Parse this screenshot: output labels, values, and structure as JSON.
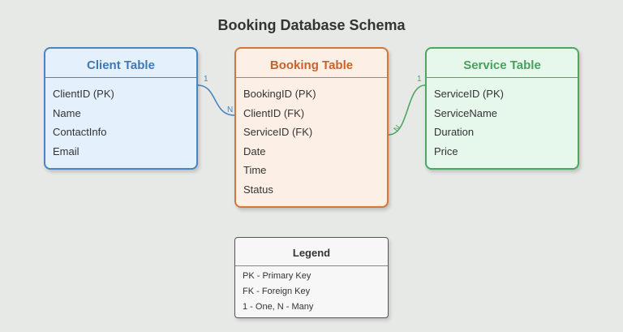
{
  "diagram": {
    "title": "Booking Database Schema"
  },
  "tables": {
    "client": {
      "name": "Client Table",
      "fields": [
        "ClientID (PK)",
        "Name",
        "ContactInfo",
        "Email"
      ],
      "color": "#4d84bd"
    },
    "booking": {
      "name": "Booking Table",
      "fields": [
        "BookingID (PK)",
        "ClientID (FK)",
        "ServiceID (FK)",
        "Date",
        "Time",
        "Status"
      ],
      "color": "#d0783a"
    },
    "service": {
      "name": "Service Table",
      "fields": [
        "ServiceID (PK)",
        "ServiceName",
        "Duration",
        "Price"
      ],
      "color": "#4ea663"
    }
  },
  "relationships": [
    {
      "from": "Client Table",
      "to": "Booking Table",
      "from_cardinality": "1",
      "to_cardinality": "N",
      "color": "#4d84bd"
    },
    {
      "from": "Service Table",
      "to": "Booking Table",
      "from_cardinality": "1",
      "to_cardinality": "N",
      "color": "#4ea663"
    }
  ],
  "legend": {
    "title": "Legend",
    "items": [
      "PK - Primary Key",
      "FK - Foreign Key",
      "1 - One, N - Many"
    ]
  }
}
